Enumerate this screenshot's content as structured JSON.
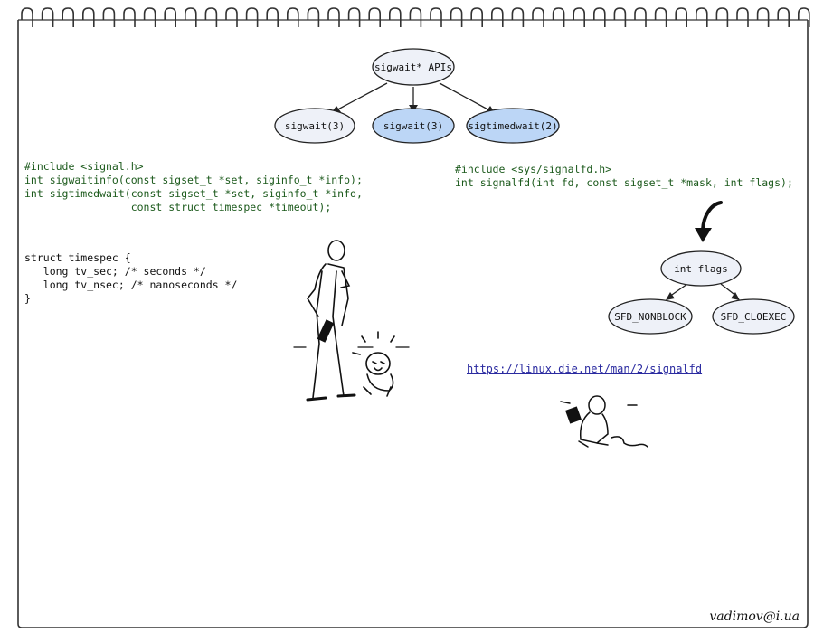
{
  "diagram": {
    "root": "sigwait* APIs",
    "children": [
      "sigwait(3)",
      "sigwait(3)",
      "sigtimedwait(2)"
    ],
    "flags_root": "int flags",
    "flags_children": [
      "SFD_NONBLOCK",
      "SFD_CLOEXEC"
    ]
  },
  "code": {
    "sigwaitinfo_header": "#include <signal.h>\nint sigwaitinfo(const sigset_t *set, siginfo_t *info);\nint sigtimedwait(const sigset_t *set, siginfo_t *info,\n                 const struct timespec *timeout);",
    "timespec_struct": "struct timespec {\n   long tv_sec; /* seconds */\n   long tv_nsec; /* nanoseconds */\n}",
    "signalfd_header": "#include <sys/signalfd.h>\nint signalfd(int fd, const sigset_t *mask, int flags);"
  },
  "link": {
    "text": "https://linux.die.net/man/2/signalfd"
  },
  "author": "vadimov@i.ua",
  "colors": {
    "node_plain": "#eef1f8",
    "node_highlight": "#bcd6f6",
    "frame": "#333333"
  }
}
